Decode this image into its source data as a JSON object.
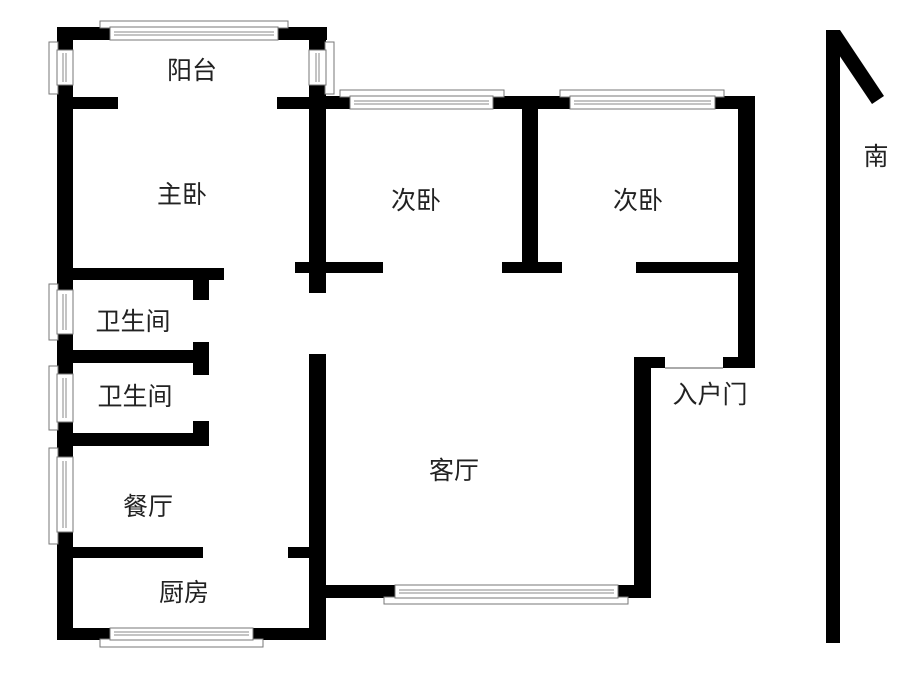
{
  "rooms": {
    "balcony": "阳台",
    "master_bedroom": "主卧",
    "second_bedroom_1": "次卧",
    "second_bedroom_2": "次卧",
    "bathroom_1": "卫生间",
    "bathroom_2": "卫生间",
    "dining_room": "餐厅",
    "kitchen": "厨房",
    "living_room": "客厅",
    "entrance": "入户门"
  },
  "compass": {
    "label": "南"
  },
  "colors": {
    "wall": "#000000",
    "window_frame": "#777777"
  }
}
